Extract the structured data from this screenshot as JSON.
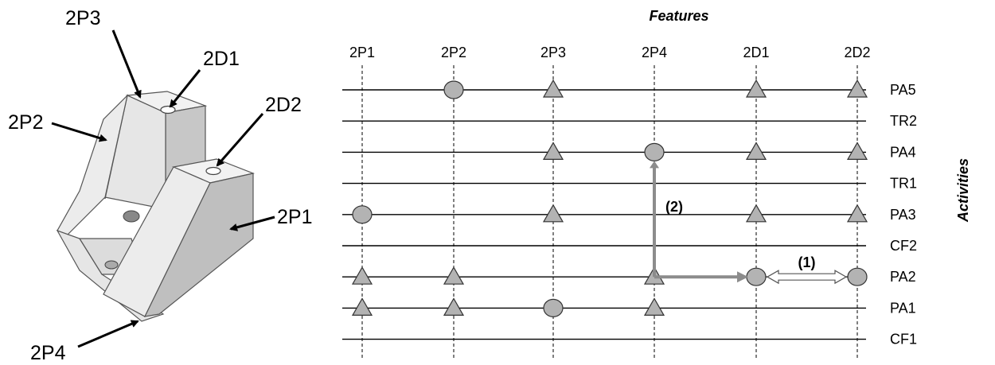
{
  "part_labels": {
    "p3": "2P3",
    "d1": "2D1",
    "p2": "2P2",
    "d2": "2D2",
    "p1": "2P1",
    "p4": "2P4"
  },
  "matrix": {
    "title": "Features",
    "side_title": "Activities",
    "features": [
      "2P1",
      "2P2",
      "2P3",
      "2P4",
      "2D1",
      "2D2"
    ],
    "activities": [
      "PA5",
      "TR2",
      "PA4",
      "TR1",
      "PA3",
      "CF2",
      "PA2",
      "PA1",
      "CF1"
    ],
    "markers": [
      {
        "activity": "PA5",
        "feature": "2P2",
        "shape": "circle"
      },
      {
        "activity": "PA5",
        "feature": "2P3",
        "shape": "triangle"
      },
      {
        "activity": "PA5",
        "feature": "2D1",
        "shape": "triangle"
      },
      {
        "activity": "PA5",
        "feature": "2D2",
        "shape": "triangle"
      },
      {
        "activity": "PA4",
        "feature": "2P3",
        "shape": "triangle"
      },
      {
        "activity": "PA4",
        "feature": "2P4",
        "shape": "circle"
      },
      {
        "activity": "PA4",
        "feature": "2D1",
        "shape": "triangle"
      },
      {
        "activity": "PA4",
        "feature": "2D2",
        "shape": "triangle"
      },
      {
        "activity": "PA3",
        "feature": "2P1",
        "shape": "circle"
      },
      {
        "activity": "PA3",
        "feature": "2P3",
        "shape": "triangle"
      },
      {
        "activity": "PA3",
        "feature": "2D1",
        "shape": "triangle"
      },
      {
        "activity": "PA3",
        "feature": "2D2",
        "shape": "triangle"
      },
      {
        "activity": "PA2",
        "feature": "2P1",
        "shape": "triangle"
      },
      {
        "activity": "PA2",
        "feature": "2P2",
        "shape": "triangle"
      },
      {
        "activity": "PA2",
        "feature": "2P4",
        "shape": "triangle"
      },
      {
        "activity": "PA2",
        "feature": "2D1",
        "shape": "circle"
      },
      {
        "activity": "PA2",
        "feature": "2D2",
        "shape": "circle"
      },
      {
        "activity": "PA1",
        "feature": "2P1",
        "shape": "triangle"
      },
      {
        "activity": "PA1",
        "feature": "2P2",
        "shape": "triangle"
      },
      {
        "activity": "PA1",
        "feature": "2P3",
        "shape": "circle"
      },
      {
        "activity": "PA1",
        "feature": "2P4",
        "shape": "triangle"
      }
    ],
    "arrow_1_label": "(1)",
    "arrow_2_label": "(2)"
  },
  "colors": {
    "marker_fill": "#b3b3b3",
    "arrow_gray": "#8c8c8c",
    "part_top": "#f2f2f2",
    "part_face": "#bfbfbf",
    "part_side": "#e0e0e0"
  }
}
